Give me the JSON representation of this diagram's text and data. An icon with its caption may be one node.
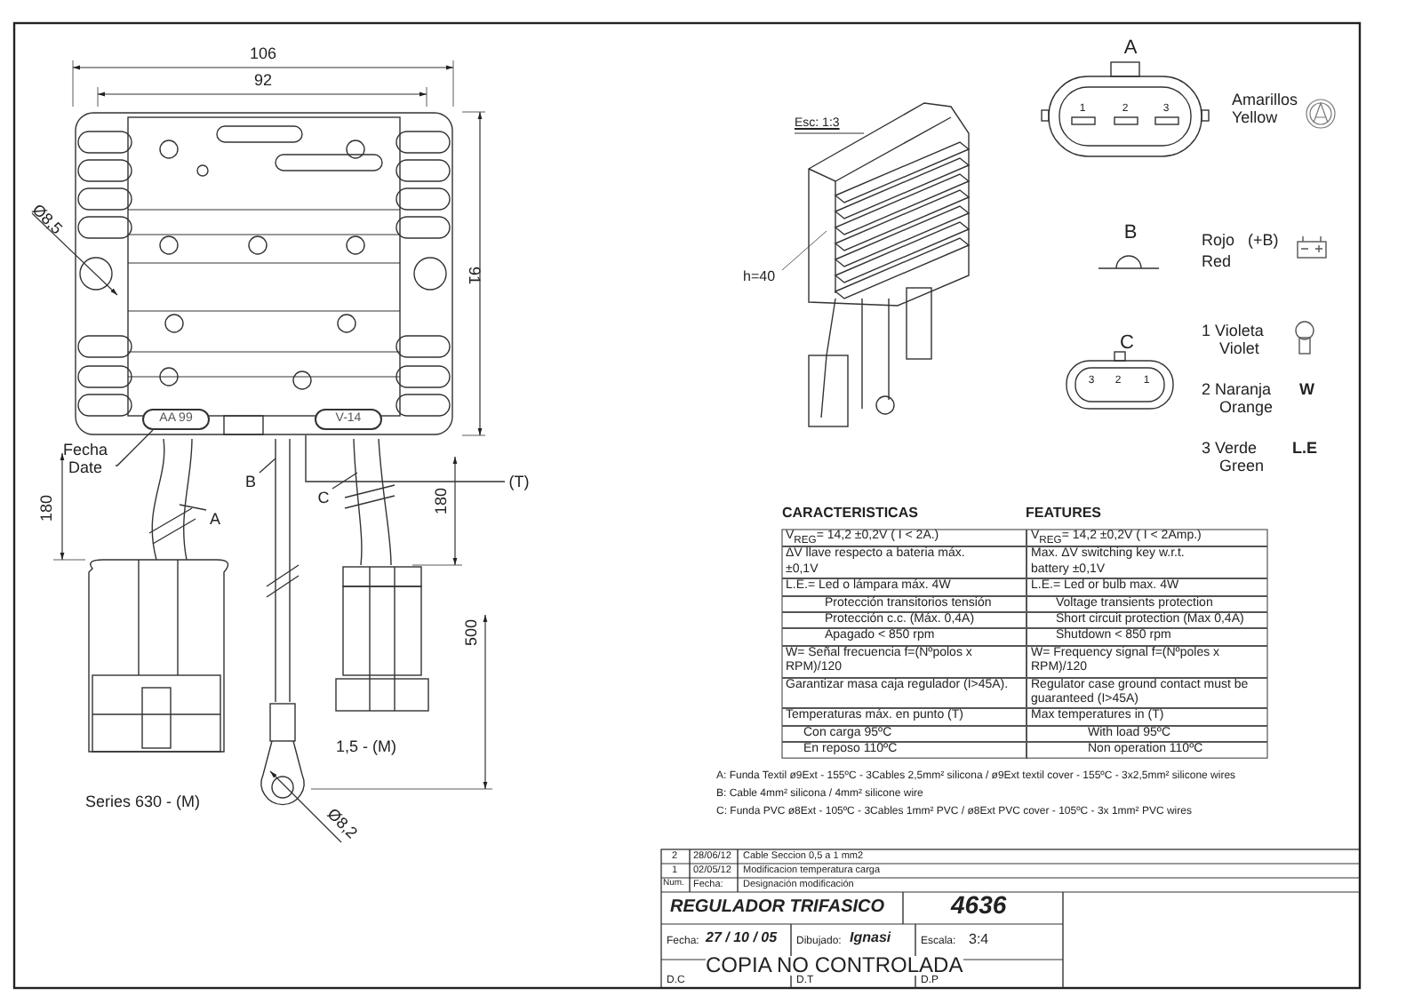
{
  "diagram": {
    "nodes": [
      {
        "text": [],
        "shape": "picture"
      },
      {
        "text": [
          "AA 99"
        ],
        "in": 0
      },
      {
        "text": [
          "V-14"
        ],
        "in": 0
      },
      {
        "text": [
          "Fecha Date"
        ]
      },
      {
        "text": [
          "A"
        ]
      },
      {
        "text": [],
        "shape": "picture"
      },
      {
        "text": [
          "B"
        ]
      },
      {
        "text": [],
        "shape": "picture"
      },
      {
        "text": [
          "C"
        ]
      },
      {
        "text": [],
        "shape": "picture"
      },
      {
        "text": [
          "(T)"
        ]
      }
    ],
    "edges": [
      {
        "from": 3,
        "to": 1,
        "arrow": "none"
      },
      {
        "from": 4,
        "to": 5,
        "arrow": "none"
      },
      {
        "from": 6,
        "to": 7,
        "arrow": "none"
      },
      {
        "from": 8,
        "to": 9,
        "arrow": "none"
      },
      {
        "from": 10,
        "to": 0,
        "arrow": "none"
      }
    ],
    "labels": [
      "106",
      "92",
      "Ø8,5",
      "91",
      "180",
      "180",
      "500",
      "Series 630 - (M)",
      "1,5 - (M)",
      "Ø8,2",
      "Esc: 1:3",
      "h=40",
      "A",
      "1",
      "2",
      "3",
      "Amarillos Yellow",
      "B",
      "Rojo",
      "(+B)",
      "Red",
      "C",
      "3",
      "2",
      "1",
      "1 Violeta Violet",
      "2 Naranja Orange",
      "W",
      "3 Verde Green",
      "L.E",
      "CARACTERISTICAS",
      "FEATURES",
      "V$_{REG}$= 14,2 ±0,2V  ( I < 2A.)",
      "V$_{REG}$= 14,2 ±0,2V  ( I < 2Amp.)",
      "ΔV llave respecto a bateria máx. ±0,1V",
      "Max. ΔV switching key w.r.t. battery ±0,1V",
      "L.E.= Led o lámpara máx. 4W",
      "L.E.= Led or bulb max. 4W",
      "Protección transitorios tensión",
      "Voltage transients protection",
      "Protección c.c. (Máx. 0,4A)",
      "Short circuit protection (Max 0,4A)",
      "Apagado < 850 rpm",
      "Shutdown < 850 rpm",
      "W= Señal frecuencia f=(Nºpolos x RPM)/120",
      "W= Frequency signal f=(Nºpoles x RPM)/120",
      "Garantizar masa caja regulador (I>45A).",
      "Regulator case ground contact must be guaranteed (I>45A)",
      "Temperaturas máx. en punto (T)",
      "Max temperatures in (T)",
      "Con carga 95ºC",
      "With load 95ºC",
      "En reposo 110ºC",
      "Non operation 110ºC",
      "A: Funda Textil ø9Ext - 155ºC - 3Cables 2,5mm² silicona / ø9Ext textil cover - 155ºC - 3x2,5mm² silicone wires",
      "B: Cable 4mm² silicona / 4mm² silicone wire",
      "C: Funda PVC ø8Ext - 105ºC - 3Cables  1mm²    PVC / ø8Ext PVC cover - 105ºC - 3x 1mm²   PVC wires",
      "2",
      "28/06/12",
      "Cable Seccion 0,5 a 1 mm2",
      "1",
      "02/05/12",
      "Modificacion temperatura carga",
      "Num.",
      "Fecha:",
      "Designación modificación",
      "REGULADOR TRIFASICO",
      "4636",
      "Fecha:",
      "27 / 10 / 05",
      "Dibujado:",
      "Ignasi",
      "Escala:",
      "3:4",
      "COPIA NO CONTROLADA",
      "D.C",
      "D.T",
      "D.P"
    ]
  }
}
